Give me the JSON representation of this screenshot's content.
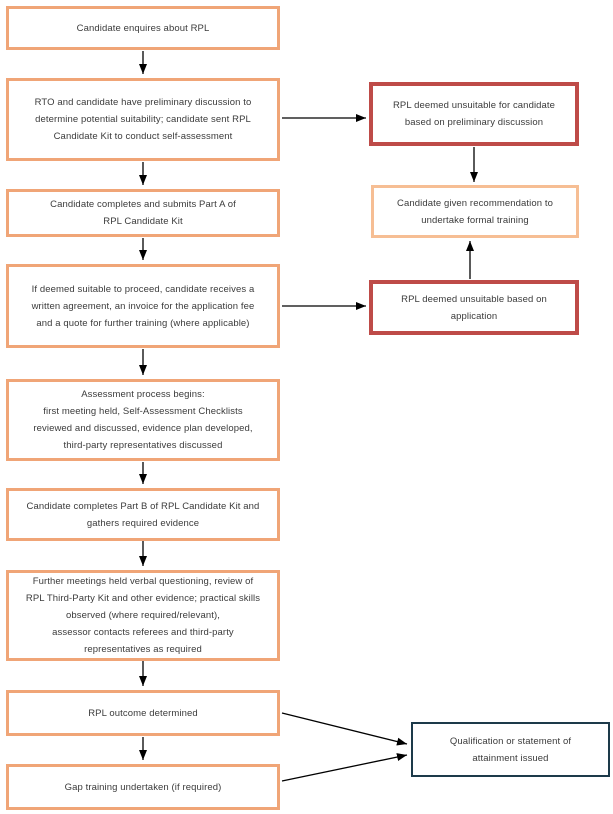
{
  "flowchart": {
    "title": "RPL process flowchart",
    "colors": {
      "main_box_border": "#f0a577",
      "recommendation_box_border": "#f6be94",
      "unsuitable_box_border": "#be4b48",
      "qualification_box_border": "#1d3a4a",
      "arrow": "#000000",
      "text": "#3b3b3b",
      "background": "#ffffff"
    },
    "nodes": [
      {
        "id": "candidate-enquires",
        "text": "Candidate enquires about RPL"
      },
      {
        "id": "preliminary-discussion",
        "text": "RTO and candidate have preliminary discussion to\ndetermine potential suitability; candidate sent RPL\nCandidate Kit to conduct self-assessment"
      },
      {
        "id": "submit-part-a",
        "text": "Candidate completes and submits Part A of\nRPL Candidate Kit"
      },
      {
        "id": "agreement-invoice",
        "text": "If deemed suitable to proceed, candidate receives a\nwritten agreement, an invoice for the application fee\nand a quote for further training (where applicable)"
      },
      {
        "id": "assessment-begins",
        "text": "Assessment process begins:\nfirst meeting held, Self-Assessment Checklists\nreviewed and discussed, evidence plan developed,\nthird-party representatives discussed"
      },
      {
        "id": "part-b-evidence",
        "text": "Candidate completes Part B of RPL Candidate Kit and\ngathers required evidence"
      },
      {
        "id": "further-meetings",
        "text": "Further meetings held verbal questioning, review of\nRPL Third-Party Kit and other evidence; practical skills\nobserved (where required/relevant),\nassessor contacts referees and third-party\nrepresentatives as required"
      },
      {
        "id": "outcome-determined",
        "text": "RPL outcome determined"
      },
      {
        "id": "gap-training",
        "text": "Gap training undertaken (if required)"
      },
      {
        "id": "unsuitable-preliminary",
        "text": "RPL deemed unsuitable for candidate\nbased on preliminary discussion"
      },
      {
        "id": "recommend-formal-training",
        "text": "Candidate given recommendation to\nundertake formal training"
      },
      {
        "id": "unsuitable-application",
        "text": "RPL deemed unsuitable based on\napplication"
      },
      {
        "id": "qualification-issued",
        "text": "Qualification or statement of\nattainment issued"
      }
    ]
  }
}
